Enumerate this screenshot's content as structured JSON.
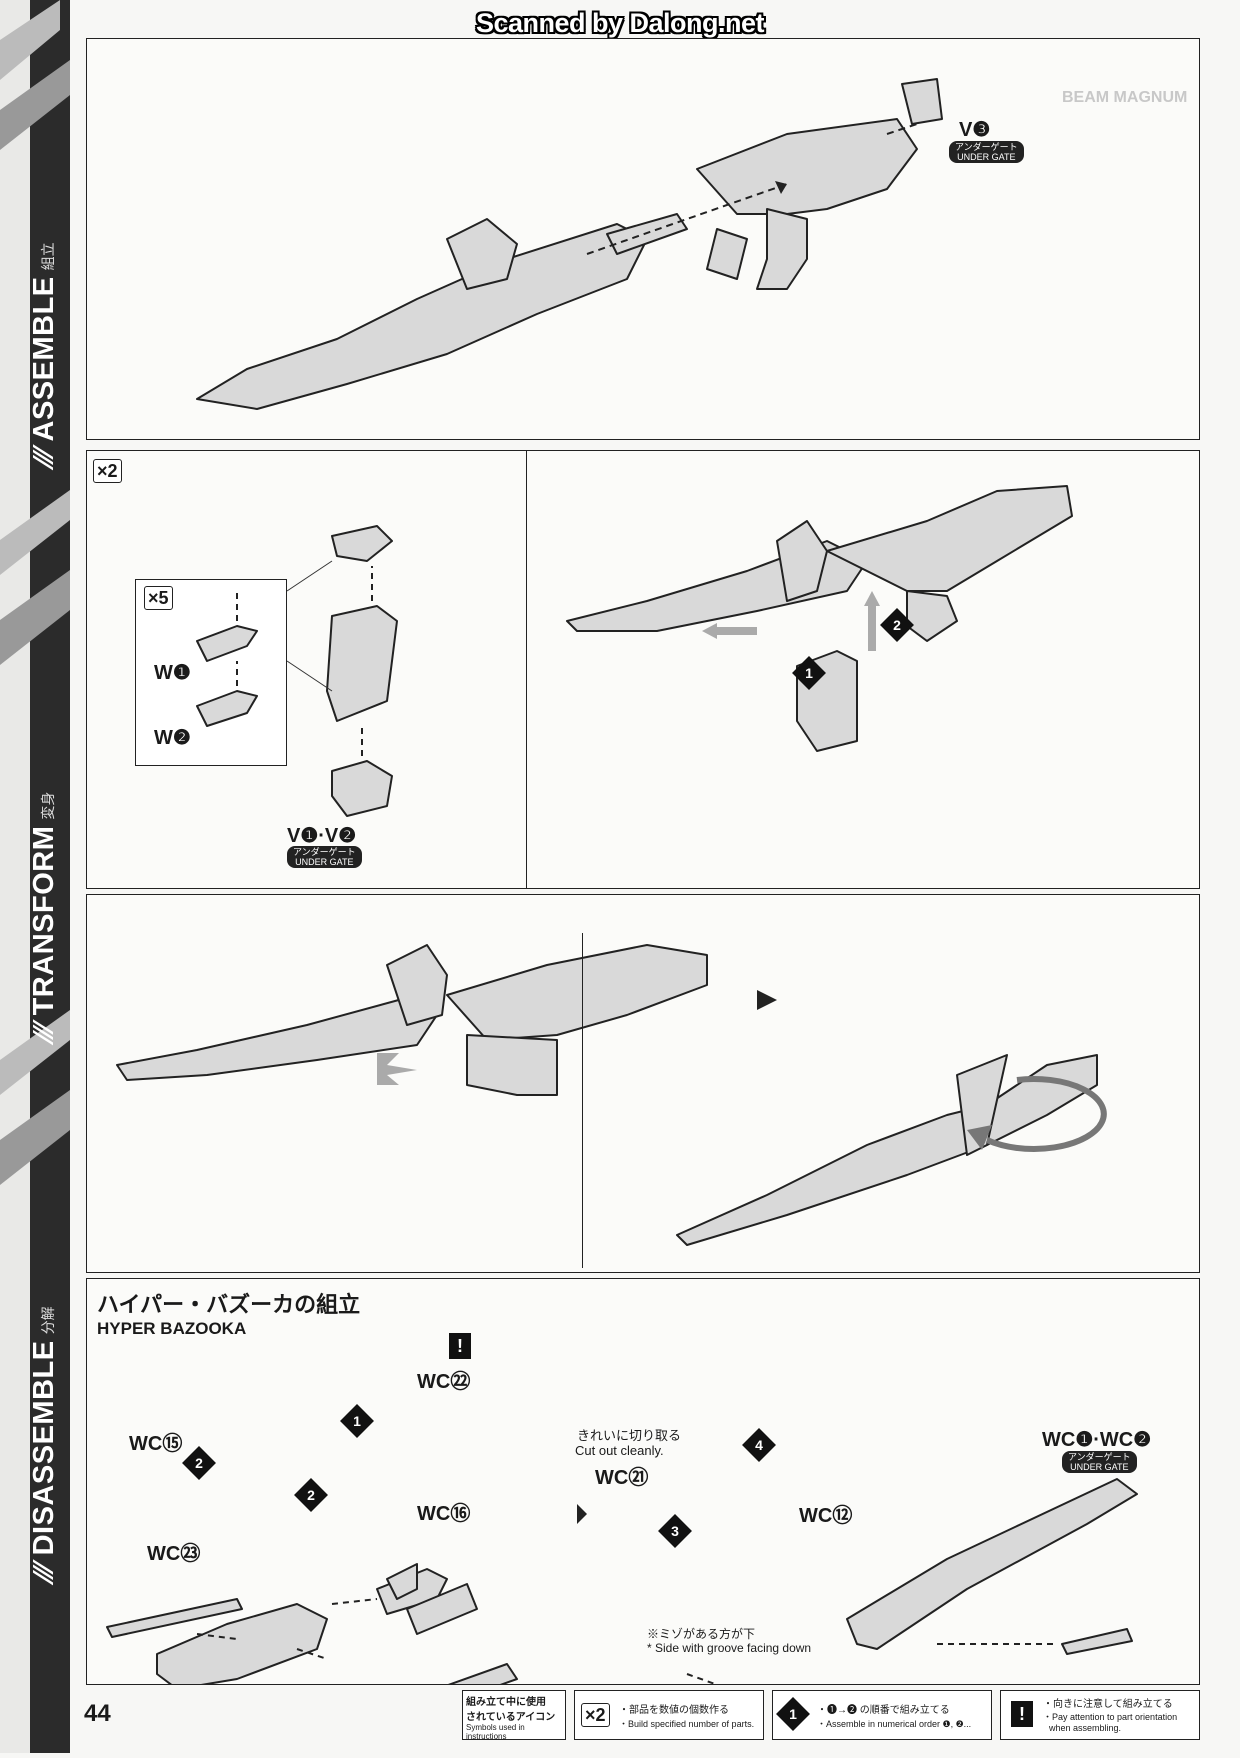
{
  "watermark": "Scanned by Dalong.net",
  "sidebar": {
    "sections": [
      {
        "en": "ASSEMBLE",
        "jp": "組立"
      },
      {
        "en": "TRANSFORM",
        "jp": "変身"
      },
      {
        "en": "DISASSEMBLE",
        "jp": "分解"
      }
    ]
  },
  "panel1": {
    "part_v3": "V❸",
    "gate_jp": "アンダーゲート",
    "gate_en": "UNDER GATE",
    "bg_title": "BEAM MAGNUM"
  },
  "panel2": {
    "multiplier": "×2",
    "inset_multiplier": "×5",
    "part_w1": "W❶",
    "part_w2": "W❷",
    "part_v1v2": "V❶·V❷",
    "gate_jp": "アンダーゲート",
    "gate_en": "UNDER GATE"
  },
  "panel3": {
    "step1": "1",
    "step2": "2"
  },
  "panel5": {
    "title_jp": "ハイパー・バズーカの組立",
    "title_en": "HYPER BAZOOKA",
    "parts": {
      "wc15": "WC⑮",
      "wc16": "WC⑯",
      "wc23": "WC㉓",
      "wc22": "WC㉒",
      "wc21": "WC㉑",
      "wc12": "WC⑫",
      "wc1wc2": "WC❶·WC❷"
    },
    "steps": {
      "s1": "1",
      "s2a": "2",
      "s2b": "2",
      "s3": "3",
      "s4": "4"
    },
    "warn": "!",
    "cut_jp": "きれいに切り取る",
    "cut_en": "Cut out cleanly.",
    "groove_jp": "※ミゾがある方が下",
    "groove_en": "* Side with groove facing down",
    "gate_jp": "アンダーゲート",
    "gate_en": "UNDER GATE"
  },
  "footer": {
    "page_number": "44",
    "legend_title_jp1": "組み立て中に使用",
    "legend_title_jp2": "されているアイコン",
    "legend_title_en": "Symbols used in instructions",
    "icon1": "×2",
    "icon1_jp": "・部品を数値の個数作る",
    "icon1_en": "・Build specified number of parts.",
    "icon2": "1",
    "icon2_jp": "・❶→❷ の順番で組み立てる",
    "icon2_en": "・Assemble in numerical order ❶, ❷...",
    "icon3": "!",
    "icon3_jp": "・向きに注意して組み立てる",
    "icon3_en1": "・Pay attention to part orientation",
    "icon3_en2": "when assembling."
  }
}
